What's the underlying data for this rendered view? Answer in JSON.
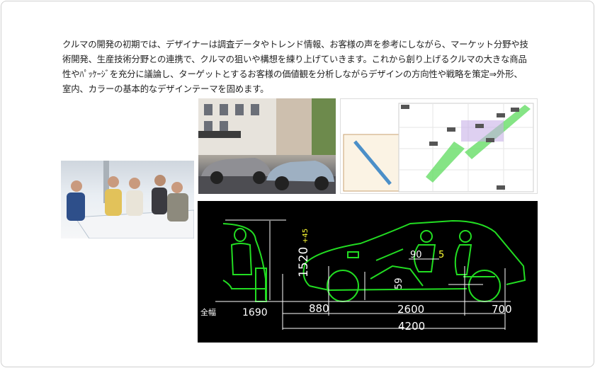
{
  "intro": {
    "text": "クルマの開発の初期では、デザイナーは調査データやトレンド情報、お客様の声を参考にしながら、マーケット分野や技術開発、生産技術分野との連携で、クルマの狙いや構想を練り上げていきます。これから創り上げるクルマの大きな商品性やﾊﾟｯｹｰｼﾞを充分に議論し、ターゲットとするお客様の価値観を分析しながらデザインの方向性や戦略を策定⇒外形、室内、カラーの基本的なデザインテーマを固めます。"
  },
  "package_drawing": {
    "width_label": "全幅",
    "width_value": "1690",
    "height_value": "1520",
    "height_delta": "+45",
    "front_overhang": "880",
    "wheelbase": "2600",
    "rear_overhang": "700",
    "overall_length": "4200",
    "ground_clearance": "59",
    "seat_dim": "90",
    "seat_delta": "5",
    "colors": {
      "line": "#22dd22",
      "dim": "#ffffff",
      "accent": "#ffff33"
    }
  }
}
